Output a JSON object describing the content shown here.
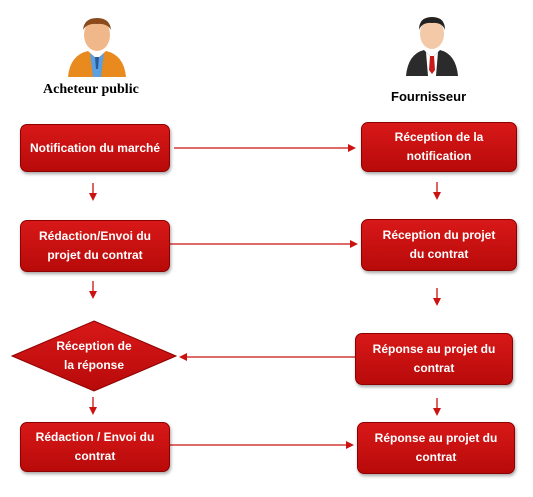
{
  "actors": {
    "buyer_label": "Acheteur public",
    "supplier_label": "Fournisseur"
  },
  "buyer_steps": {
    "notification": "Notification du marché",
    "redaction_projet": "Rédaction/Envoi du projet du contrat",
    "reception_reponse": "Réception de la réponse",
    "redaction_contrat": "Rédaction / Envoi du contrat"
  },
  "supplier_steps": {
    "reception_notification": "Réception de la notification",
    "reception_projet": "Réception du projet du contrat",
    "reponse_projet_1": "Réponse au projet du contrat",
    "reponse_projet_2": "Réponse au projet du contrat"
  },
  "colors": {
    "box_fill": "#cc1111",
    "arrow": "#cc1111"
  }
}
